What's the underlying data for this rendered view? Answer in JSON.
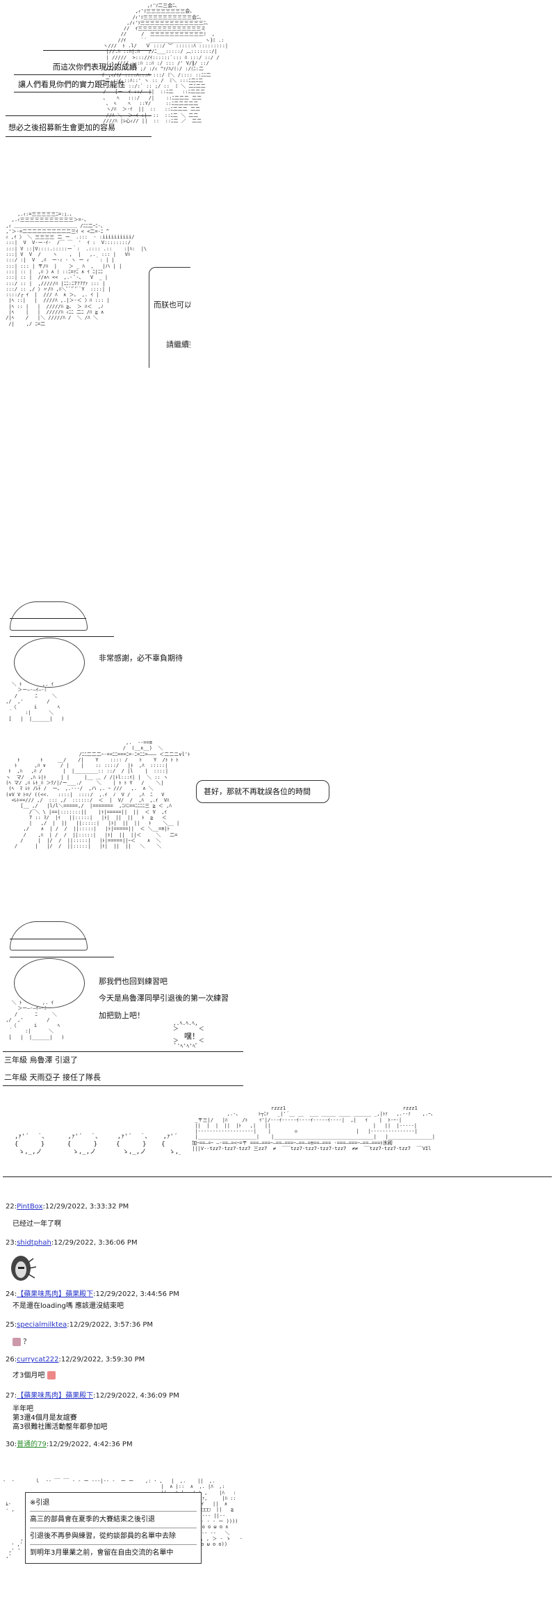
{
  "panel1": {
    "lines": [
      "而這次你們表現出的成績",
      "讓人們看見你們的實力跟可能性",
      "想必之後招募新生會更加的容易"
    ]
  },
  "panel2": {
    "lines": [
      "而朕也可以放心的給你們更多的預算",
      "請繼續努力，朕期待你們的表現"
    ]
  },
  "panel3": {
    "lines": [
      "非常感謝，必不辜負期待"
    ]
  },
  "panel4": {
    "lines": [
      "甚好，那就不再耽誤各位的時間"
    ]
  },
  "panel5": {
    "lines": [
      "那我們也回到練習吧",
      "今天是烏魯澤同學引退後的第一次練習",
      "加把勁上吧！"
    ],
    "shout": "嘿！",
    "notes": [
      "三年級 烏魯澤 引退了",
      "二年級 天雨亞子 接任了隊長"
    ]
  },
  "panel6": {
    "labels_left": "加",
    "labels_right": "氷砌",
    "rzzz1": "rzzz1",
    "rzzz2": "rzzz1"
  },
  "comments": [
    {
      "num": "22:",
      "user": "PintBox",
      "time": ":12/29/2022, 3:33:32 PM",
      "body": [
        "已经过一年了啊"
      ]
    },
    {
      "num": "23:",
      "user": "shidtphah",
      "time": ":12/29/2022, 3:36:06 PM",
      "body": []
    },
    {
      "num": "24:",
      "user": "【蘋果味馬肉】蘋果殿下",
      "time": ":12/29/2022, 3:44:56 PM",
      "body": [
        "不是還在loading嗎 應該還沒結束吧"
      ]
    },
    {
      "num": "25:",
      "user": "specialmilktea",
      "time": ":12/29/2022, 3:57:36 PM",
      "body": [
        "？"
      ]
    },
    {
      "num": "26:",
      "user": "currycat222",
      "time": ":12/29/2022, 3:59:30 PM",
      "body": [
        "才3個月吧"
      ]
    },
    {
      "num": "27:",
      "user": "【蘋果味馬肉】蘋果殿下",
      "time": ":12/29/2022, 4:36:09 PM",
      "body": [
        "半年吧",
        "第3還4個月是友誼賽",
        "高3很難社團活動整年都參加吧"
      ]
    },
    {
      "num": "30:",
      "user": "普通的79",
      "time": ":12/29/2022, 4:42:36 PM",
      "body": []
    }
  ],
  "note_box": {
    "lines": [
      "※引退",
      "高三的部員會在夏季的大賽結束之後引退",
      "引退後不再參與練習，從約談部員的名單中去除",
      "到明年3月畢業之前，會留在自由交流的名單中"
    ]
  },
  "colors": {
    "link": "#2330c8",
    "green_user": "#2f8f2f"
  }
}
